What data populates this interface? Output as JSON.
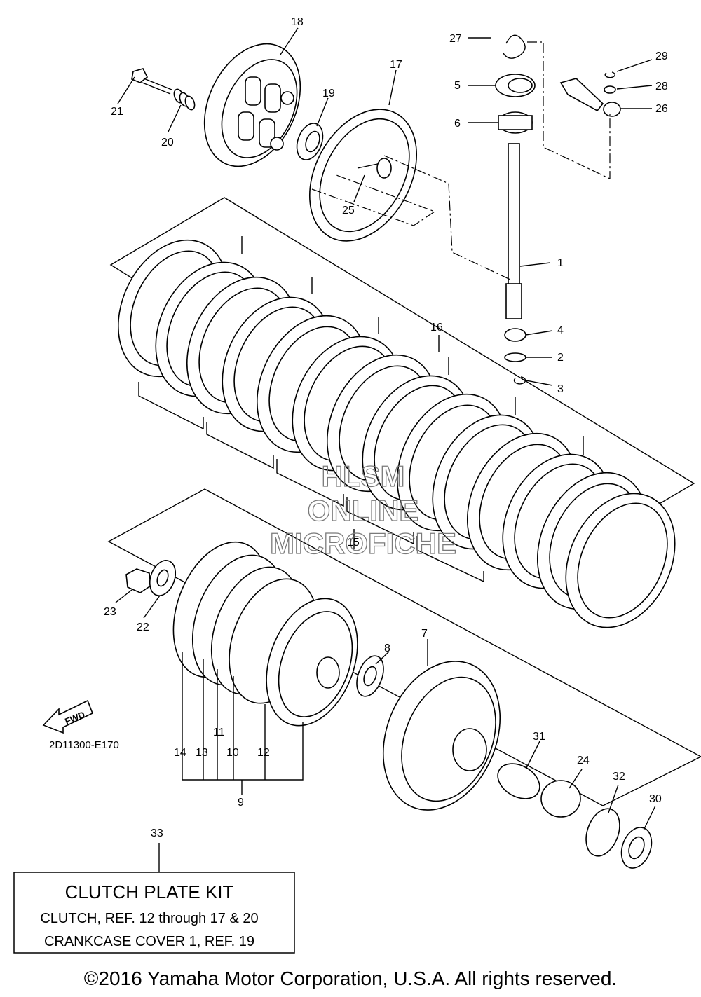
{
  "diagram": {
    "code": "2D11300-E170",
    "fwd_label": "FWD",
    "watermark": [
      "HLSM",
      "ONLINE",
      "MICROFICHE"
    ],
    "callouts": [
      "1",
      "2",
      "3",
      "4",
      "5",
      "6",
      "7",
      "8",
      "9",
      "10",
      "11",
      "12",
      "13",
      "14",
      "15",
      "16",
      "17",
      "18",
      "19",
      "20",
      "21",
      "22",
      "23",
      "24",
      "25",
      "26",
      "27",
      "28",
      "29",
      "30",
      "31",
      "32",
      "33"
    ]
  },
  "kit_box": {
    "title": "CLUTCH PLATE KIT",
    "line1": "CLUTCH, REF. 12 through 17 & 20",
    "line2": "CRANKCASE COVER 1, REF. 19"
  },
  "footer": {
    "copyright": "©2016 Yamaha Motor Corporation, U.S.A. All rights reserved."
  }
}
